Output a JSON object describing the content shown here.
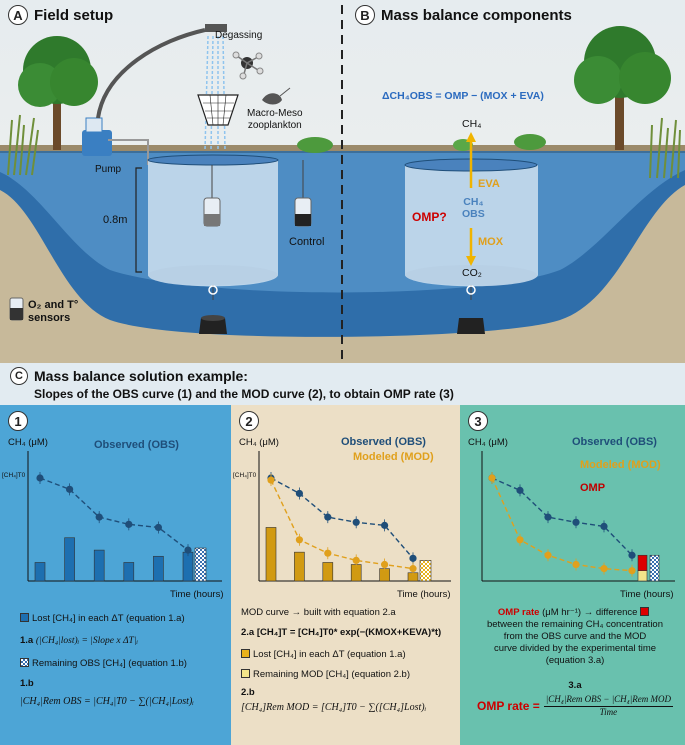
{
  "panelA": {
    "letter": "A",
    "title": "Field setup",
    "degassing": "Degassing",
    "zoo_line1": "Macro-Meso",
    "zoo_line2": "zooplankton",
    "pump": "Pump",
    "depth": "0.8m",
    "control": "Control",
    "sensors_line1": "O₂ and T°",
    "sensors_line2": "sensors"
  },
  "panelB": {
    "letter": "B",
    "title": "Mass balance components",
    "equation": "ΔCH₄OBS = OMP − (MOX + EVA)",
    "ch4_top": "CH₄",
    "eva": "EVA",
    "omp_q": "OMP?",
    "ch4_mid": "CH₄",
    "obs": "OBS",
    "mox": "MOX",
    "co2": "CO₂"
  },
  "sectionC": {
    "letter": "C",
    "title": "Mass balance solution example:",
    "subtitle": "Slopes of the OBS curve (1) and the MOD curve (2), to obtain OMP rate (3)"
  },
  "colors": {
    "obs": "#1f4e79",
    "mod": "#e0a01c",
    "omp": "#c00000",
    "panel1": "#4da5d6",
    "panel2": "#ecdfc6",
    "panel3": "#69c1ae"
  },
  "chart_data": [
    {
      "type": "line",
      "panel": "1",
      "ylabel": "CH₄ (μM)",
      "xlabel": "Time (hours)",
      "y_start_label": "[CH₄]T0",
      "series": [
        {
          "name": "Observed (OBS)",
          "values": [
            1.0,
            0.89,
            0.62,
            0.55,
            0.52,
            0.3
          ]
        }
      ],
      "bars_lost": [
        0.18,
        0.42,
        0.3,
        0.18,
        0.24,
        0.28
      ],
      "remaining": 0.32
    },
    {
      "type": "line",
      "panel": "2",
      "ylabel": "CH₄ (μM)",
      "xlabel": "Time (hours)",
      "y_start_label": "[CH₄]T0",
      "series": [
        {
          "name": "Observed (OBS)",
          "values": [
            1.0,
            0.85,
            0.62,
            0.57,
            0.54,
            0.22
          ]
        },
        {
          "name": "Modeled (MOD)",
          "values": [
            0.98,
            0.4,
            0.27,
            0.2,
            0.16,
            0.12
          ]
        }
      ],
      "bars_lost": [
        0.52,
        0.28,
        0.18,
        0.16,
        0.12,
        0.08
      ],
      "remaining": 0.2
    },
    {
      "type": "line",
      "panel": "3",
      "ylabel": "CH₄ (μM)",
      "xlabel": "Time (hours)",
      "series": [
        {
          "name": "Observed (OBS)",
          "values": [
            1.0,
            0.88,
            0.62,
            0.57,
            0.53,
            0.25
          ]
        },
        {
          "name": "Modeled (MOD)",
          "values": [
            1.0,
            0.4,
            0.25,
            0.16,
            0.12,
            0.1
          ]
        },
        {
          "name": "OMP"
        }
      ]
    }
  ],
  "panel1": {
    "num": "1",
    "legend_lost": "Lost [CH₄] in each ΔT (equation 1.a)",
    "eq1a_label": "1.a",
    "eq1a": "(|CH₄|lost)ᵢ = |Slope x ΔT|ᵢ",
    "legend_remaining": "Remaining OBS [CH₄] (equation 1.b)",
    "eq1b_label": "1.b",
    "eq1b": "|CH₄|Rem OBS = |CH₄|T0 − ∑(|CH₄|Lost)ᵢ"
  },
  "panel2": {
    "num": "2",
    "mod_text": "MOD curve → built with equation 2.a",
    "eq2a": "2.a  [CH₄]T = [CH₄]T0* exp(−(KMOX+KEVA)*t)",
    "legend_lost": "Lost [CH₄] in each ΔT (equation 1.a)",
    "legend_remaining": "Remaining MOD [CH₄] (equation 2.b)",
    "eq2b_label": "2.b",
    "eq2b": "[CH₄]Rem MOD = [CH₄]T0 − ∑([CH₄]Lost)ᵢ"
  },
  "panel3": {
    "num": "3",
    "omp_rate_label": "OMP rate",
    "omp_rate_unit": "(μM hr⁻¹) → difference",
    "line2": "between the remaining CH₄ concentration",
    "line3": "from the OBS curve and the MOD",
    "line4": "curve divided by the experimental time",
    "line5": "(equation 3.a)",
    "eq3a_label": "3.a",
    "eq3a_lhs": "OMP rate =",
    "eq3a_num": "|CH₄|Rem OBS − |CH₄|Rem MOD",
    "eq3a_den": "Time"
  }
}
